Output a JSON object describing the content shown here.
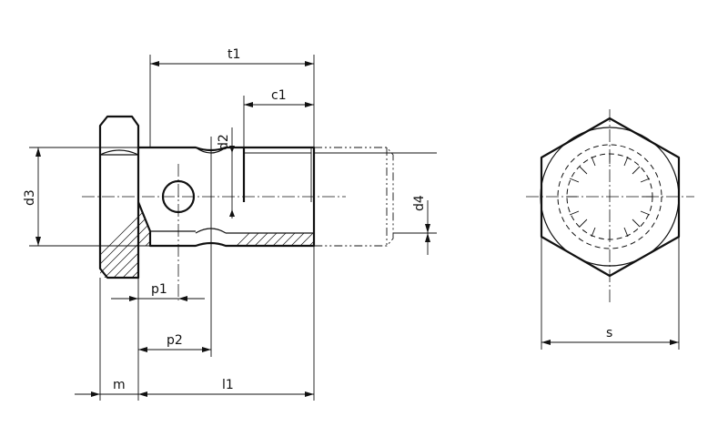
{
  "labels": {
    "t1": "t1",
    "c1": "c1",
    "d2": "d2",
    "d3": "d3",
    "d4": "d4",
    "p1": "p1",
    "p2": "p2",
    "m": "m",
    "l1": "l1",
    "s": "s"
  },
  "colors": {
    "line": "#111111",
    "background": "#ffffff"
  }
}
